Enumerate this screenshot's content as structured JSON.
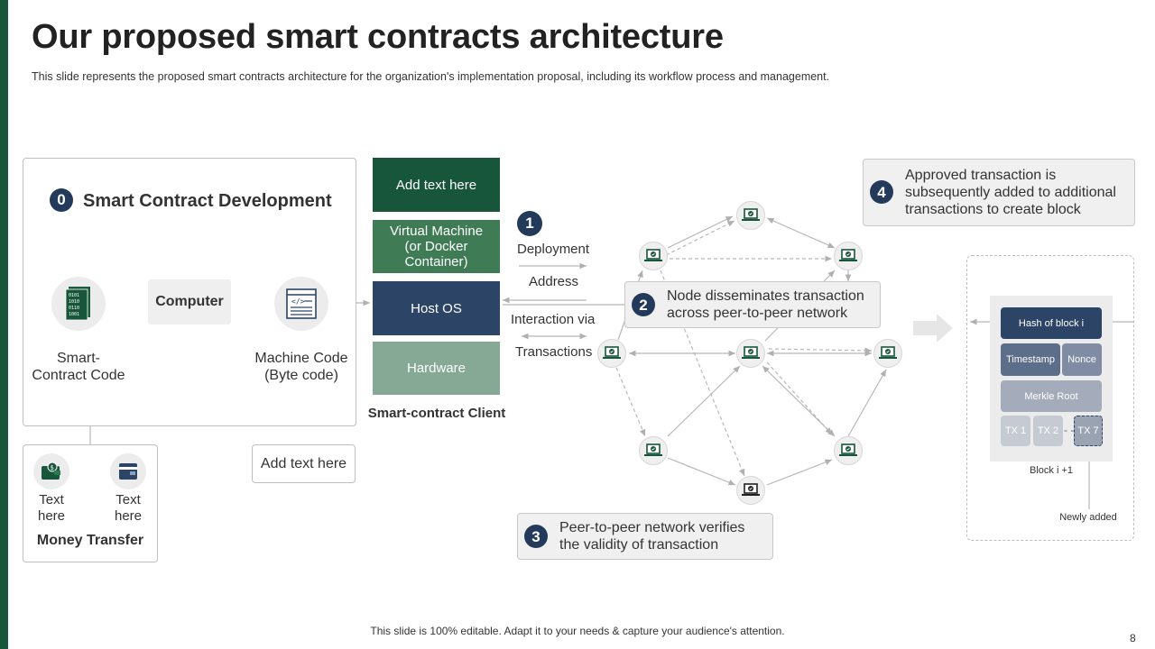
{
  "header": {
    "title": "Our proposed smart contracts architecture",
    "subtitle": "This slide represents the proposed smart contracts architecture for the organization's implementation proposal, including its workflow process and management."
  },
  "development": {
    "step": "0",
    "title": "Smart Contract Development",
    "computer": "Computer",
    "code_label_1": "Smart-",
    "code_label_2": "Contract Code",
    "machine_label_1": "Machine Code",
    "machine_label_2": "(Byte code)"
  },
  "money": {
    "left_1": "Text",
    "left_2": "here",
    "right_1": "Text",
    "right_2": "here",
    "title": "Money Transfer"
  },
  "add_text_box": "Add text here",
  "client": {
    "top": "Add text here",
    "vm": "Virtual Machine (or Docker Container)",
    "os": "Host OS",
    "hw": "Hardware",
    "title": "Smart-contract Client"
  },
  "flow": {
    "step": "1",
    "deployment": "Deployment",
    "address": "Address",
    "interaction": "Interaction via",
    "transactions": "Transactions"
  },
  "callouts": {
    "two_num": "2",
    "two_text": "Node disseminates transaction across peer-to-peer network",
    "three_num": "3",
    "three_text": "Peer-to-peer network verifies the validity of transaction",
    "four_num": "4",
    "four_text": "Approved transaction is subsequently added to additional transactions to create block"
  },
  "block": {
    "hash": "Hash of block i",
    "timestamp": "Timestamp",
    "nonce": "Nonce",
    "merkle": "Merkle Root",
    "tx1": "TX 1",
    "tx2": "TX 2",
    "tx7": "TX 7",
    "caption": "Block i +1",
    "newly": "Newly added"
  },
  "footer": {
    "note": "This slide is 100% editable. Adapt it to your needs & capture your audience's attention.",
    "page": "8"
  },
  "colors": {
    "dark_green": "#17563a",
    "mid_green": "#3f7c56",
    "navy": "#2c4466",
    "sage": "#86a995",
    "badge": "#233a5a"
  }
}
